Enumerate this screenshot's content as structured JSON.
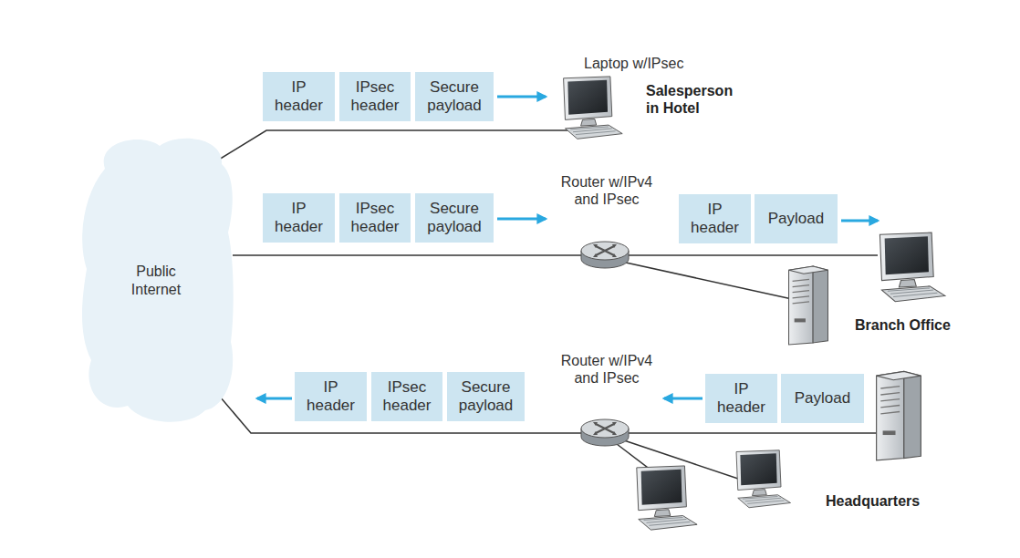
{
  "diagram": {
    "nodes": [
      {
        "text": [
          "Public Internet"
        ]
      },
      {
        "text": [
          "IP header"
        ]
      },
      {
        "text": [
          "IPsec header"
        ]
      },
      {
        "text": [
          "Secure payload"
        ]
      },
      {
        "text": [
          "IP header"
        ]
      },
      {
        "text": [
          "IPsec header"
        ]
      },
      {
        "text": [
          "Secure payload"
        ]
      },
      {
        "text": [
          "IP header"
        ]
      },
      {
        "text": [
          "Payload"
        ]
      },
      {
        "text": [
          "IP header"
        ]
      },
      {
        "text": [
          "IPsec header"
        ]
      },
      {
        "text": [
          "Secure payload"
        ]
      },
      {
        "text": [
          "IP header"
        ]
      },
      {
        "text": [
          "Payload"
        ]
      }
    ],
    "labels": [
      "Laptop w/IPsec",
      "Salesperson in Hotel",
      "Router w/IPv4 and IPsec",
      "Branch Office",
      "Router w/IPv4 and IPsec",
      "Headquarters"
    ]
  }
}
